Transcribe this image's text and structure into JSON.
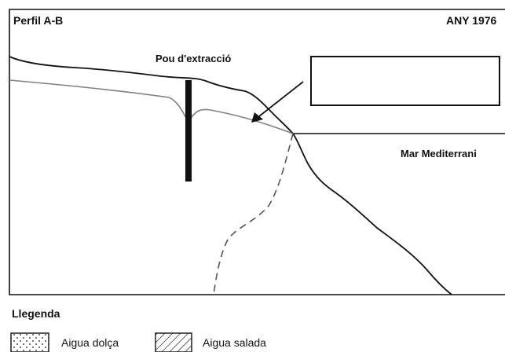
{
  "diagram": {
    "title": "Perfil A-B",
    "year": "ANY 1976",
    "well_label": "Pou d'extracció",
    "sea_label": "Mar Mediterrani",
    "answer_box_text": ""
  },
  "legend": {
    "heading": "Llegenda",
    "items": [
      {
        "label": "Aigua dolça",
        "pattern": "dots"
      },
      {
        "label": "Aigua salada",
        "pattern": "hatch"
      }
    ]
  },
  "colors": {
    "outline": "#111111",
    "water_table": "#808080",
    "interface": "#555555",
    "background": "#ffffff"
  }
}
